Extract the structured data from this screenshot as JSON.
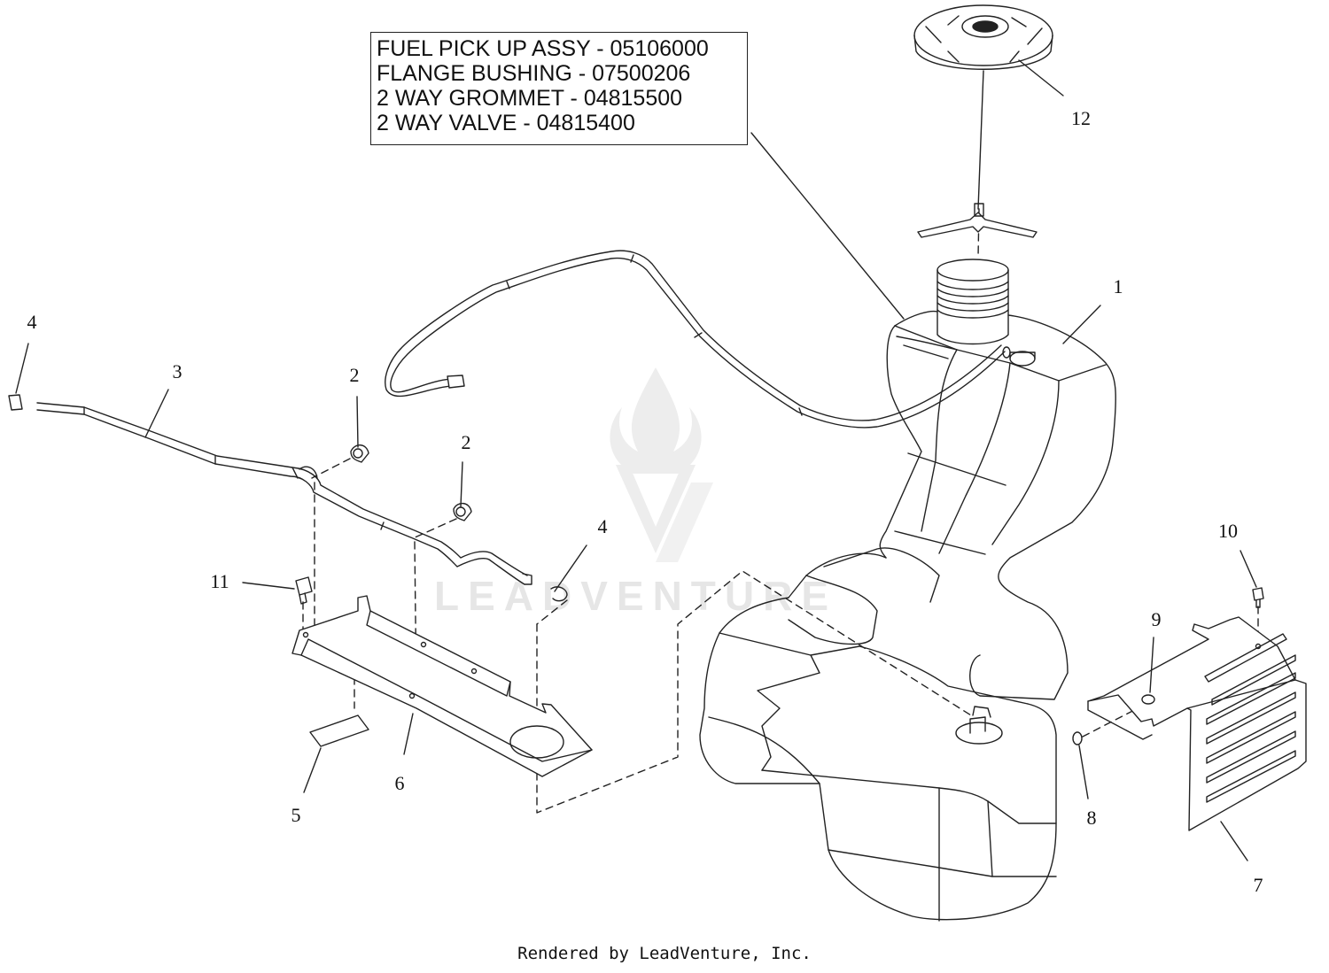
{
  "callout": {
    "lines": [
      "FUEL PICK UP ASSY - 05106000",
      "FLANGE BUSHING - 07500206",
      "2 WAY GROMMET - 04815500",
      "2 WAY VALVE - 04815400"
    ]
  },
  "parts": {
    "p1": "1",
    "p2a": "2",
    "p2b": "2",
    "p3": "3",
    "p4a": "4",
    "p4b": "4",
    "p5": "5",
    "p6": "6",
    "p7": "7",
    "p8": "8",
    "p9": "9",
    "p10": "10",
    "p11": "11",
    "p12": "12"
  },
  "watermark": {
    "text": "LEADVENTURE"
  },
  "footer": {
    "text": "Rendered by LeadVenture, Inc."
  }
}
